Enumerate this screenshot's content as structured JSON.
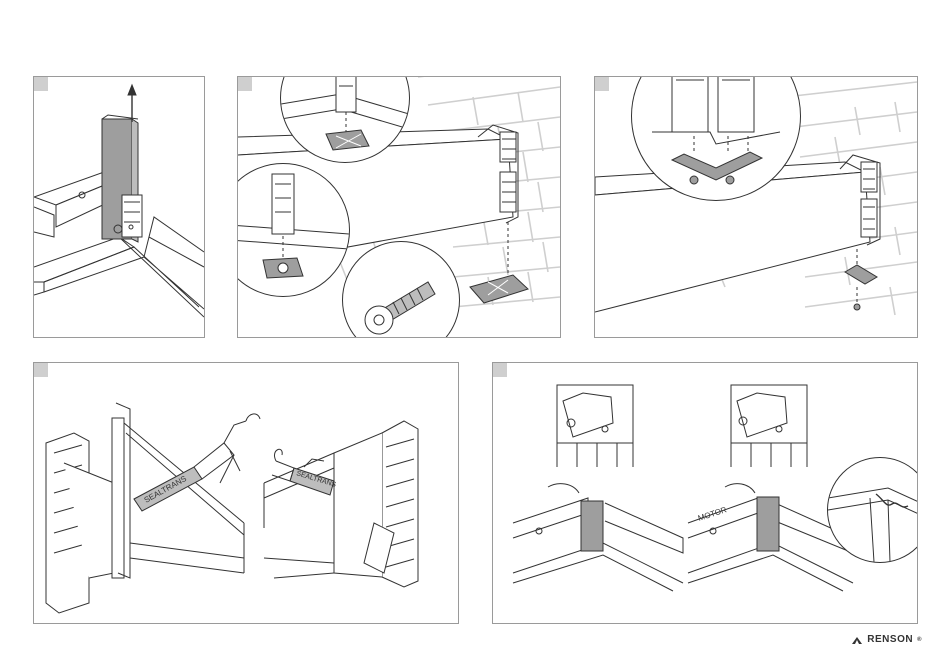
{
  "steps": {
    "a": {
      "label": ""
    },
    "b": {
      "label": ""
    },
    "c": {
      "label": ""
    },
    "d": {
      "label": ""
    },
    "e": {
      "label": ""
    }
  },
  "labels": {
    "sealant_1": "SEALTRANS",
    "sealant_2": "SEALTRANS",
    "motor": "MOTOR"
  },
  "brand": {
    "name": "RENSON",
    "reg": "®"
  },
  "colors": {
    "line": "#333333",
    "post": "#9e9e9e",
    "brick": "#cfcfcf",
    "badge": "#cfcfcf"
  }
}
